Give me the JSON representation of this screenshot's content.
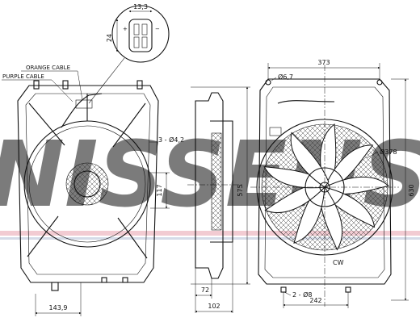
{
  "watermark": {
    "text": "NISSENS",
    "color": "#d9dde6",
    "band_red": "#e9a9b4",
    "band_blue": "#b9c3d9"
  },
  "connector": {
    "width_label": "13,3",
    "height_label": "24"
  },
  "front_view": {
    "orange_cable_label": "ORANGE CABLE",
    "purple_cable_label": "PURPLE CABLE",
    "holes_label": "3 - Ø4,2",
    "side_dim_label": "117",
    "bottom_dim_label": "143,9"
  },
  "side_view": {
    "depth_label": "72",
    "total_depth_label": "102",
    "height_label": "575"
  },
  "rear_view": {
    "width_label": "373",
    "hole_label": "Ø6,7",
    "fan_dia_label": "Ø378",
    "height_label": "630",
    "rotation_label": "CW",
    "bottom_holes_label": "2 - Ø8",
    "bottom_dim_label": "242"
  }
}
